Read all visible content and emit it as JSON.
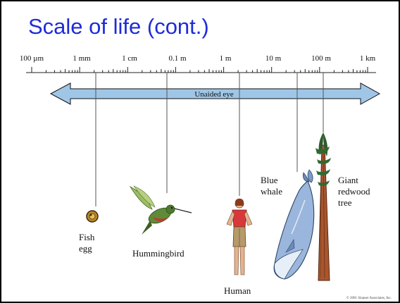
{
  "slide": {
    "title": "Scale of life (cont.)",
    "credit": "© 2001 Sinauer Associates, Inc."
  },
  "scale": {
    "ticks": [
      "100 µm",
      "1 mm",
      "1 cm",
      "0.1 m",
      "1 m",
      "10 m",
      "100 m",
      "1 km"
    ],
    "range_label": "Unaided eye"
  },
  "organisms": {
    "fish_egg": [
      "Fish",
      "egg"
    ],
    "hummingbird": "Hummingbird",
    "human": "Human",
    "blue_whale": [
      "Blue",
      "whale"
    ],
    "redwood": [
      "Giant",
      "redwood",
      "tree"
    ]
  },
  "colors": {
    "title": "#1f2bd8",
    "arrow_fill": "#9fc6e6",
    "leader_line": "#555555"
  }
}
